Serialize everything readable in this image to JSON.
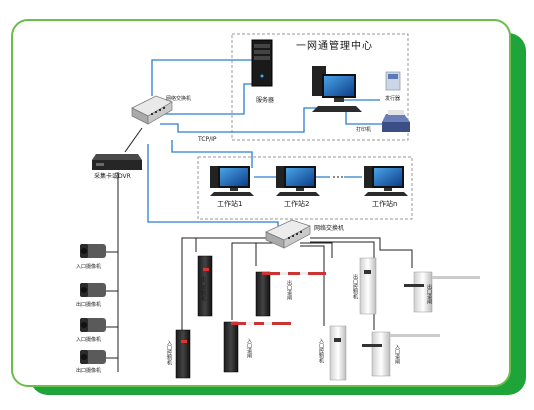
{
  "labels": {
    "center_title": "一网通管理中心",
    "server": "服务器",
    "issuer": "发行器",
    "printer": "打印机",
    "switch_top": "网络交换机",
    "protocol": "TCP/IP",
    "dvr": "采集卡或DVR",
    "workstation_1": "工作站1",
    "workstation_2": "工作站2",
    "workstation_n": "工作站n",
    "switch_mid": "网络交换机",
    "camera_entry_1": "入口摄像机",
    "camera_exit_1": "出口摄像机",
    "camera_entry_2": "入口摄像机",
    "camera_exit_2": "出口摄像机",
    "exit_controller_1": "出口控制机",
    "exit_barrier_1": "出口道闸",
    "exit_controller_2": "出口控制机",
    "exit_barrier_2": "出口道闸",
    "entry_controller_1": "入口控制机",
    "entry_barrier_1": "入口道闸",
    "entry_controller_2": "入口控制机",
    "entry_barrier_2": "入口道闸"
  },
  "colors": {
    "accent_green": "#1fa43a",
    "link_blue": "#2a7fd0",
    "frame_border": "#6abf4b"
  }
}
